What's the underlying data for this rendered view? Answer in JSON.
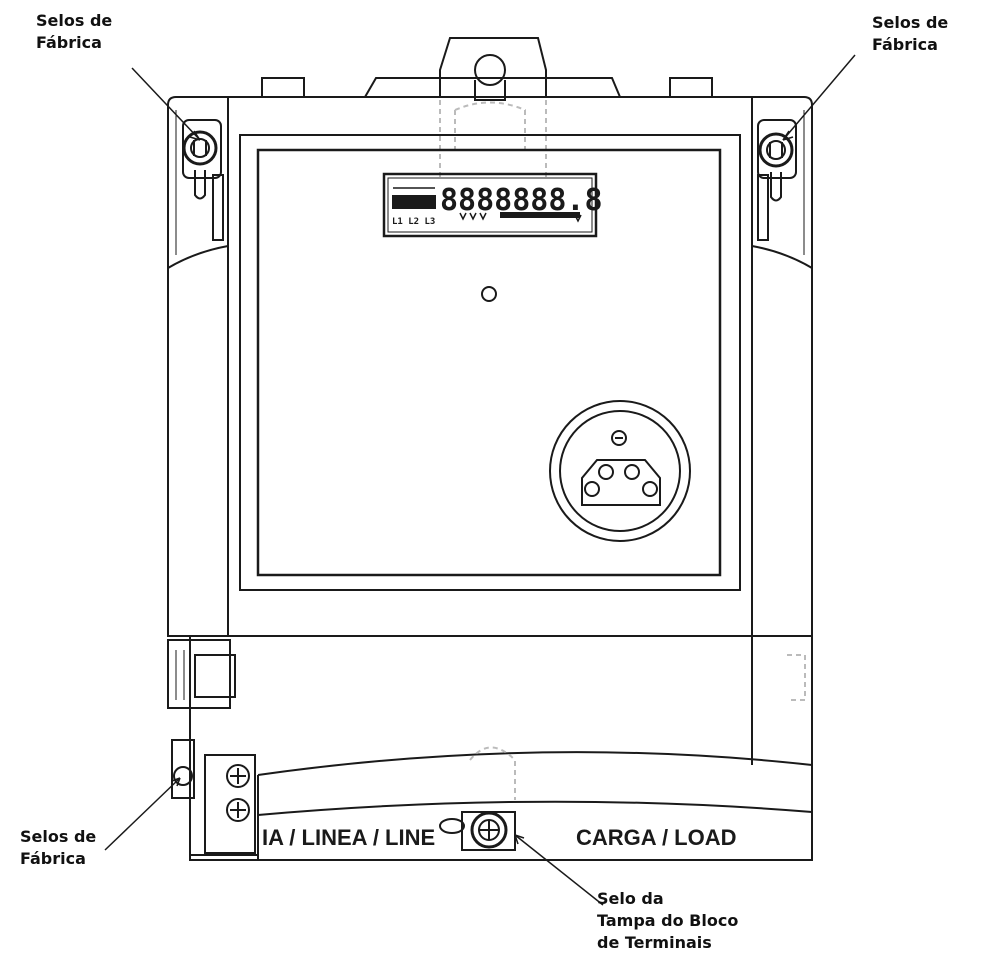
{
  "callouts": {
    "top_left": {
      "line1": "Selos de",
      "line2": "Fábrica"
    },
    "top_right": {
      "line1": "Selos de",
      "line2": "Fábrica"
    },
    "bottom_left": {
      "line1": "Selos de",
      "line2": "Fábrica"
    },
    "bottom_center": {
      "line1": "Selo da",
      "line2": "Tampa do Bloco",
      "line3": "de Terminais"
    }
  },
  "terminal_labels": {
    "line_side": "IA / LINEA / LINE",
    "load_side": "CARGA / LOAD"
  },
  "lcd": {
    "digits": "8888888.8",
    "phase_markers": "L1 L2 L3"
  }
}
